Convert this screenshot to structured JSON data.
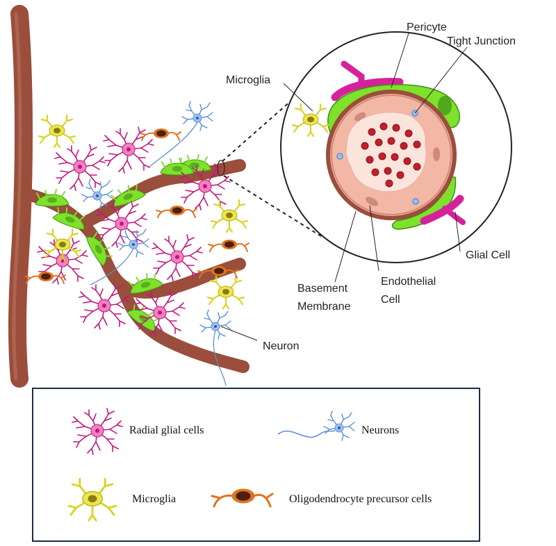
{
  "labels": {
    "pericyte": "Pericyte",
    "tight_junction": "Tight Junction",
    "microglia": "Microglia",
    "glial_cell": "Glial Cell",
    "basement": "Basement",
    "membrane": "Membrane",
    "endothelial": "Endothelial",
    "cell": "Cell",
    "neuron": "Neuron"
  },
  "legend": {
    "radial_glial": "Radial glial cells",
    "neurons": "Neurons",
    "microglia": "Microglia",
    "opc": "Oligodendrocyte precursor cells"
  },
  "colors": {
    "vessel": "#9a4e3b",
    "vessel_highlight": "#c07a63",
    "endfoot": "#7ee12a",
    "endfoot_dark": "#3f8f1a",
    "radial_glia": "#c0177c",
    "radial_glia_body": "#f080c0",
    "neuron": "#5b8fd6",
    "microglia": "#e0dc2a",
    "microglia_body": "#8c7a1a",
    "opc": "#e0731e",
    "opc_body": "#4a2010",
    "pericyte": "#d6229a",
    "endothelium": "#f3b7a6",
    "rbc": "#c21f2c",
    "legend_border": "#1e2a44"
  }
}
